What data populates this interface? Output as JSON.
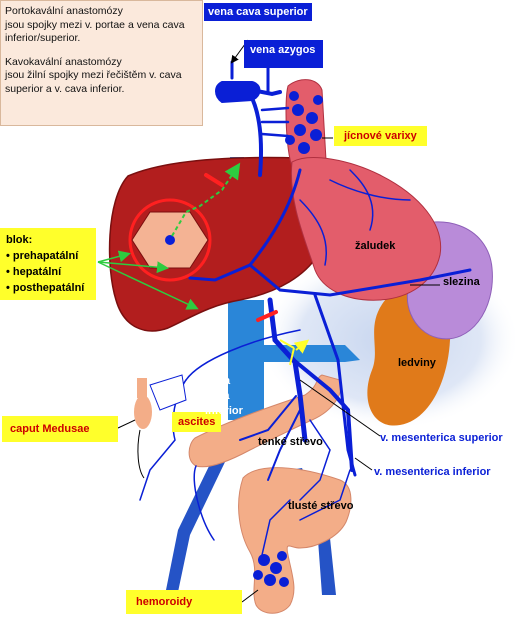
{
  "info": {
    "porto_title": "Portokavální anastomózy",
    "porto_text": "jsou spojky mezi v. portae a vena cava inferior/superior.",
    "kavo_title": "Kavokavální anastomózy",
    "kavo_text": "jsou žilní spojky mezi řečištěm v. cava superior a v. cava inferior."
  },
  "labels": {
    "vena_cava_superior": "vena cava superior",
    "vena_azygos": "vena azygos",
    "jicnove_varixy": "jícnové varixy",
    "blok_title": "blok:",
    "blok_items": [
      "prehapatální",
      "hepatální",
      "posthepatální"
    ],
    "caput_medusae": "caput Medusae",
    "ascites": "ascites",
    "hemoroidy": "hemoroidy",
    "zaludek": "žaludek",
    "slezina": "slezina",
    "ledviny": "ledviny",
    "vena_cava_inferior": "vena cava inferior",
    "tenke_strevo": "tenké střevo",
    "tluste_strevo": "tlusté střevo",
    "v_mes_superior": "v. mesenterica superior",
    "v_mes_inferior": "v. mesenterica inferior"
  },
  "colors": {
    "liver": "#b21e1e",
    "stomach": "#e35d6b",
    "spleen": "#b98bd9",
    "kidney": "#e07a1a",
    "intestine": "#f3ad88",
    "vein": "#0a1fd6",
    "blue_label": "#0a1fd6",
    "yellow_label": "#ffff2b",
    "red_text": "#cc0000",
    "green_arrow": "#2ecc40"
  }
}
